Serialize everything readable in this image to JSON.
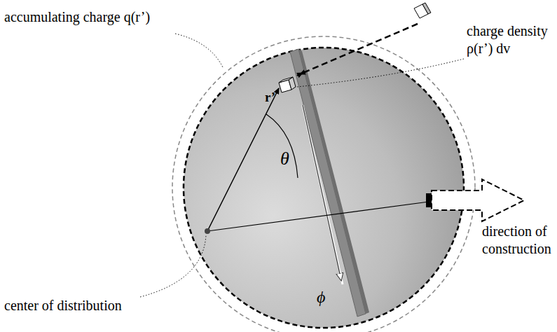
{
  "diagram": {
    "labels": [
      "accumulating charge q(r’)",
      "charge density ρ(r’) dv",
      "r’",
      "θ",
      "ϕ",
      "direction of construction",
      "center of distribution"
    ]
  }
}
